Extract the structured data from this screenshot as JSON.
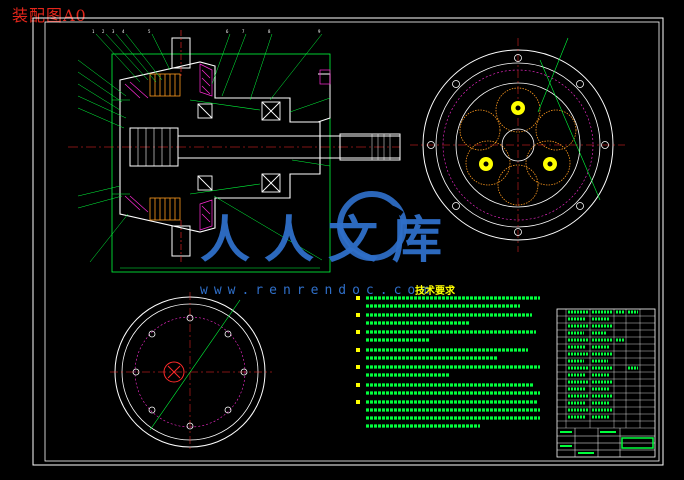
{
  "drawing": {
    "title": "装配图A0",
    "tech_requirements_title": "技术要求",
    "watermark_text": "人人文库",
    "watermark_url": "www.renrendoc.com"
  },
  "colors": {
    "background": "#000000",
    "frame": "#ffffff",
    "title_red": "#e3261b",
    "green": "#00ff3c",
    "yellow": "#ffff00",
    "magenta": "#ff2bd6",
    "red": "#ff2a2a",
    "watermark_blue": "#2f6fc9"
  },
  "icons": {
    "watermark_logo": "renrendoc-logo-icon"
  }
}
